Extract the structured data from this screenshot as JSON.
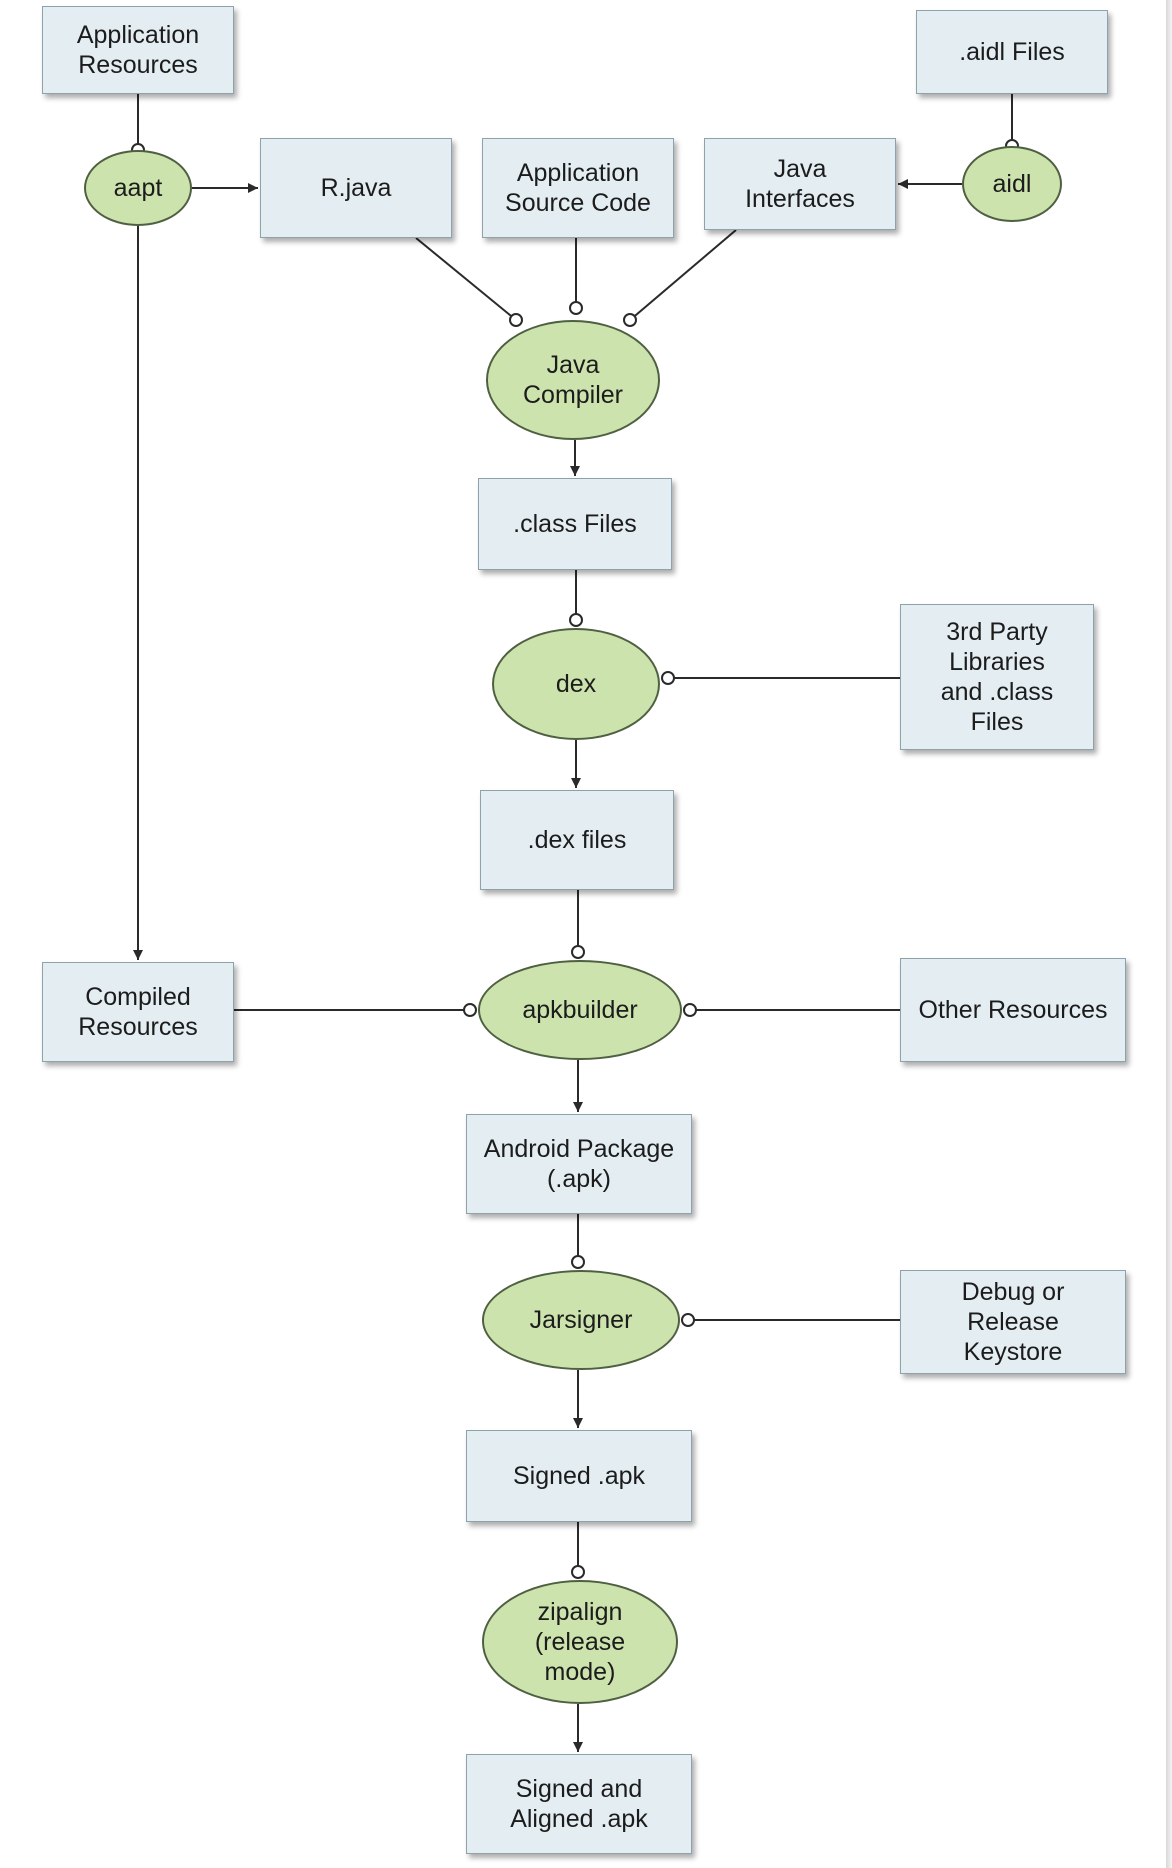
{
  "nodes": {
    "app_resources": "Application\nResources",
    "aidl_files": ".aidl Files",
    "aapt": "aapt",
    "r_java": "R.java",
    "app_source": "Application\nSource Code",
    "java_interfaces": "Java\nInterfaces",
    "aidl": "aidl",
    "java_compiler": "Java\nCompiler",
    "class_files": ".class Files",
    "dex": "dex",
    "third_party": "3rd Party\nLibraries\nand .class\nFiles",
    "dex_files": ".dex files",
    "compiled_resources": "Compiled\nResources",
    "apkbuilder": "apkbuilder",
    "other_resources": "Other Resources",
    "android_package": "Android Package\n(.apk)",
    "jarsigner": "Jarsigner",
    "keystore": "Debug or\nRelease\nKeystore",
    "signed_apk": "Signed .apk",
    "zipalign": "zipalign\n(release\nmode)",
    "signed_aligned": "Signed and\nAligned .apk"
  },
  "colors": {
    "box_fill": "#e3edf2",
    "box_border": "#8ea2ad",
    "process_fill": "#cde3ad",
    "process_border": "#4f6042",
    "connector": "#2a2a2a"
  }
}
